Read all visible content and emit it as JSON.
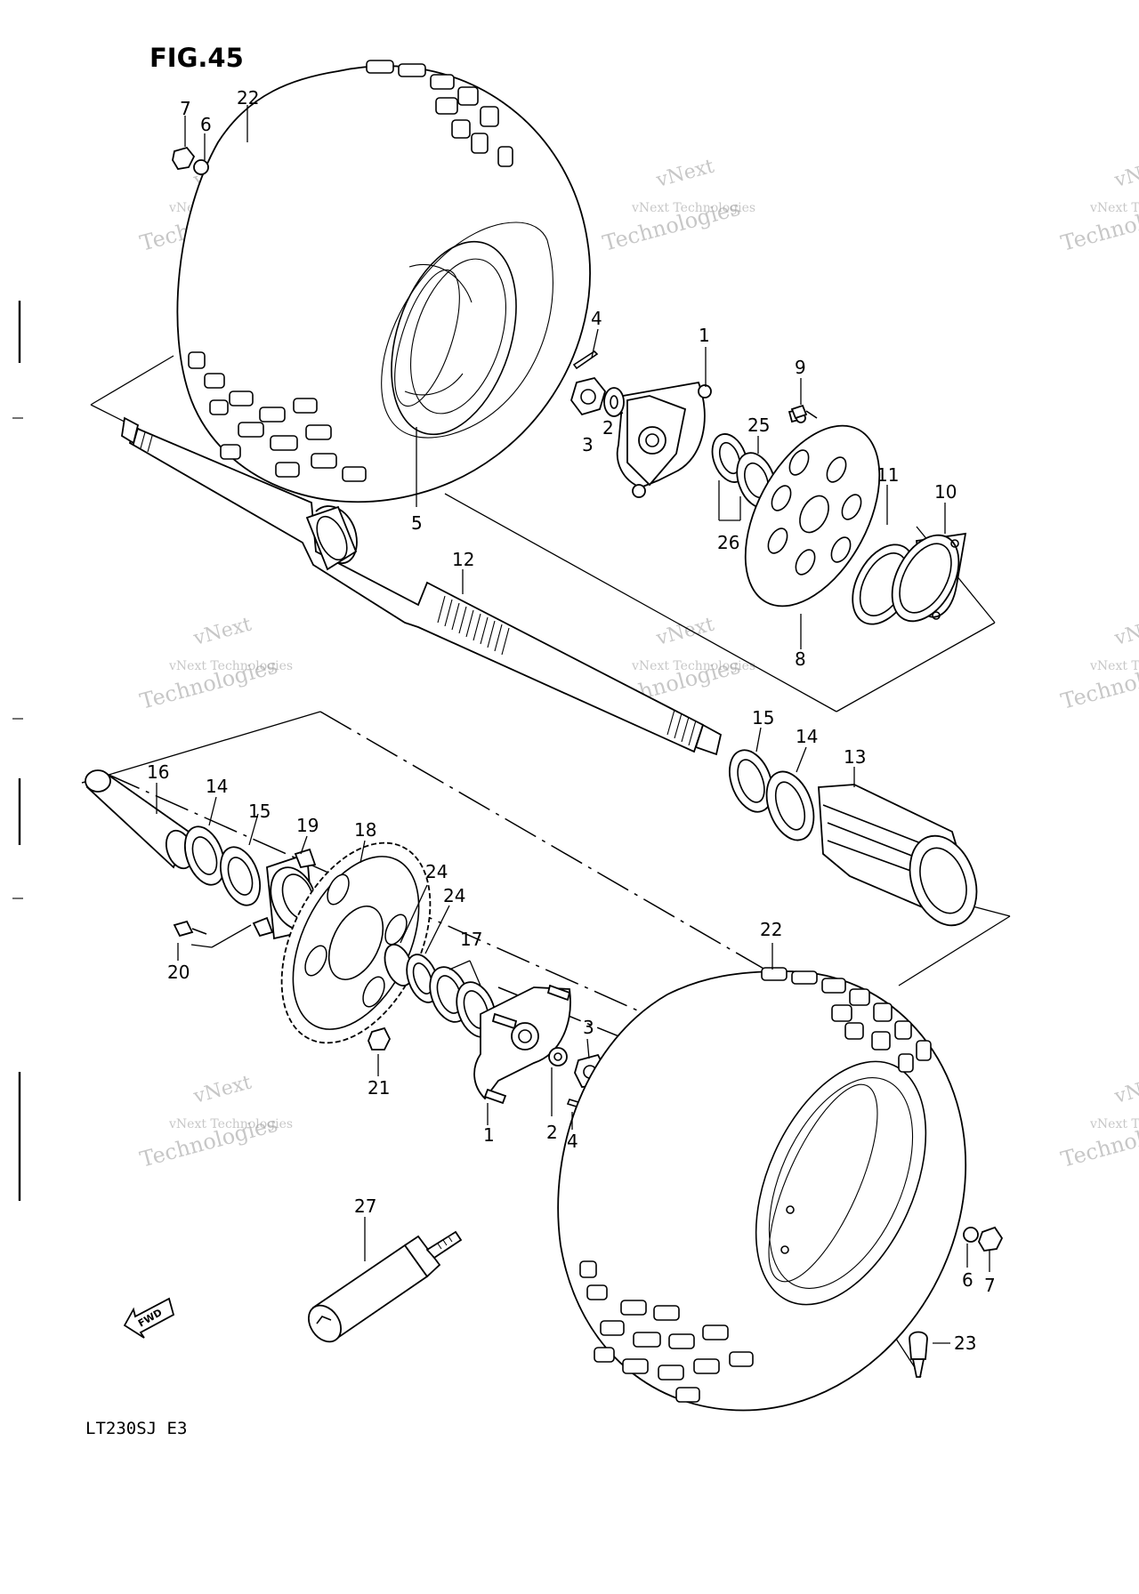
{
  "figure": {
    "title": "FIG.45",
    "model_code": "LT230SJ E3",
    "direction_label": "FWD"
  },
  "watermark": {
    "line1": "vNext",
    "line2": "vNext Technologies",
    "line3": "Technologies"
  },
  "callouts": [
    {
      "id": "c1a",
      "text": "1"
    },
    {
      "id": "c1b",
      "text": "1"
    },
    {
      "id": "c2a",
      "text": "2"
    },
    {
      "id": "c2b",
      "text": "2"
    },
    {
      "id": "c3a",
      "text": "3"
    },
    {
      "id": "c3b",
      "text": "3"
    },
    {
      "id": "c4a",
      "text": "4"
    },
    {
      "id": "c4b",
      "text": "4"
    },
    {
      "id": "c5",
      "text": "5"
    },
    {
      "id": "c6a",
      "text": "6"
    },
    {
      "id": "c6b",
      "text": "6"
    },
    {
      "id": "c7a",
      "text": "7"
    },
    {
      "id": "c7b",
      "text": "7"
    },
    {
      "id": "c8",
      "text": "8"
    },
    {
      "id": "c9",
      "text": "9"
    },
    {
      "id": "c10",
      "text": "10"
    },
    {
      "id": "c11",
      "text": "11"
    },
    {
      "id": "c12",
      "text": "12"
    },
    {
      "id": "c13",
      "text": "13"
    },
    {
      "id": "c14a",
      "text": "14"
    },
    {
      "id": "c14b",
      "text": "14"
    },
    {
      "id": "c15a",
      "text": "15"
    },
    {
      "id": "c15b",
      "text": "15"
    },
    {
      "id": "c16",
      "text": "16"
    },
    {
      "id": "c17",
      "text": "17"
    },
    {
      "id": "c18",
      "text": "18"
    },
    {
      "id": "c19",
      "text": "19"
    },
    {
      "id": "c20",
      "text": "20"
    },
    {
      "id": "c21",
      "text": "21"
    },
    {
      "id": "c22a",
      "text": "22"
    },
    {
      "id": "c22b",
      "text": "22"
    },
    {
      "id": "c23",
      "text": "23"
    },
    {
      "id": "c24a",
      "text": "24"
    },
    {
      "id": "c24b",
      "text": "24"
    },
    {
      "id": "c25",
      "text": "25"
    },
    {
      "id": "c26",
      "text": "26"
    },
    {
      "id": "c27",
      "text": "27"
    }
  ]
}
